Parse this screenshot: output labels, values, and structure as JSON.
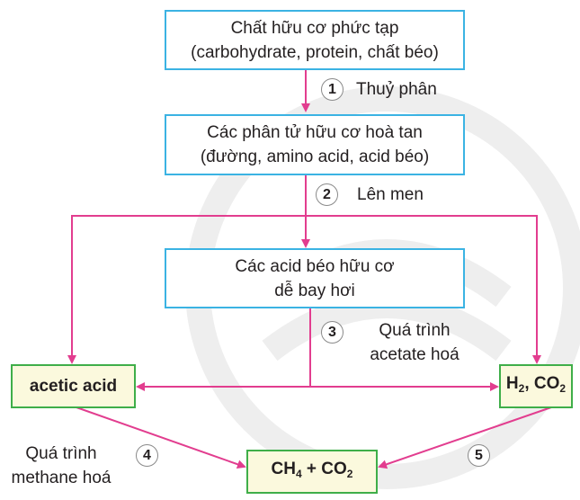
{
  "boxes": {
    "complex_organics": {
      "line1": "Chất hữu cơ phức tạp",
      "line2": "(carbohydrate, protein, chất béo)"
    },
    "dissolved_molecules": {
      "line1": "Các phân tử hữu cơ hoà tan",
      "line2": "(đường, amino acid, acid béo)"
    },
    "volatile_fatty_acids": {
      "line1": "Các acid béo hữu cơ",
      "line2": "dễ bay hơi"
    },
    "acetic_acid": {
      "label": "acetic acid"
    },
    "h2_co2": {
      "part1": "H",
      "sub1": "2",
      "part2": ", CO",
      "sub2": "2"
    },
    "ch4_co2": {
      "part1": "CH",
      "sub1": "4",
      "part2": " + CO",
      "sub2": "2"
    }
  },
  "steps": [
    {
      "number": "1",
      "label": "Thuỷ phân"
    },
    {
      "number": "2",
      "label": "Lên men"
    },
    {
      "number": "3",
      "label_line1": "Quá trình",
      "label_line2": "acetate hoá"
    },
    {
      "number": "4",
      "label_line1": "Quá trình",
      "label_line2": "methane hoá"
    },
    {
      "number": "5"
    }
  ],
  "colors": {
    "arrow": "#e23d8f",
    "box_border_blue": "#3bb3e3",
    "box_border_green": "#3fae49",
    "box_fill_green": "#fbf9dd"
  }
}
